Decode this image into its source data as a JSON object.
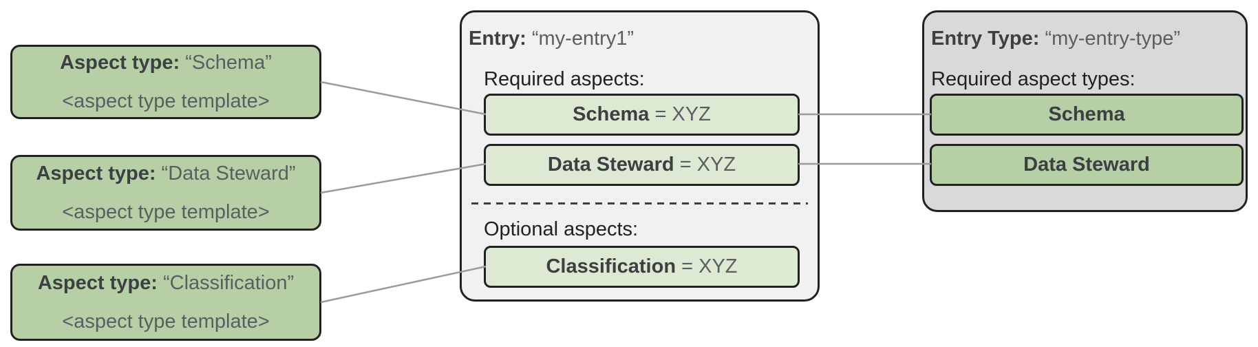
{
  "aspect_cards": [
    {
      "label": "Aspect type:",
      "name": "“Schema”",
      "template": "<aspect type template>"
    },
    {
      "label": "Aspect type:",
      "name": "“Data Steward”",
      "template": "<aspect type template>"
    },
    {
      "label": "Aspect type:",
      "name": "“Classification”",
      "template": "<aspect type template>"
    }
  ],
  "entry_card": {
    "label": "Entry:",
    "name": "“my-entry1”",
    "required_heading": "Required aspects:",
    "required_aspects": [
      {
        "name": "Schema",
        "value": "= XYZ"
      },
      {
        "name": "Data Steward",
        "value": "= XYZ"
      }
    ],
    "optional_heading": "Optional aspects:",
    "optional_aspects": [
      {
        "name": "Classification",
        "value": "= XYZ"
      }
    ]
  },
  "entry_type_card": {
    "label": "Entry Type:",
    "name": "“my-entry-type”",
    "required_heading": "Required aspect types:",
    "required_aspect_types": [
      {
        "name": "Schema"
      },
      {
        "name": "Data Steward"
      }
    ]
  },
  "colors": {
    "green_fill": "#b6cfa4",
    "pale_green_fill": "#dde9d2",
    "entry_card_bg": "#f1f1f1",
    "entry_type_card_bg": "#d9d9d9",
    "border": "#212121",
    "connector": "#9b9b9b",
    "label_text": "#3c4043",
    "value_text": "#5a5e62",
    "heading_text": "#212121"
  }
}
